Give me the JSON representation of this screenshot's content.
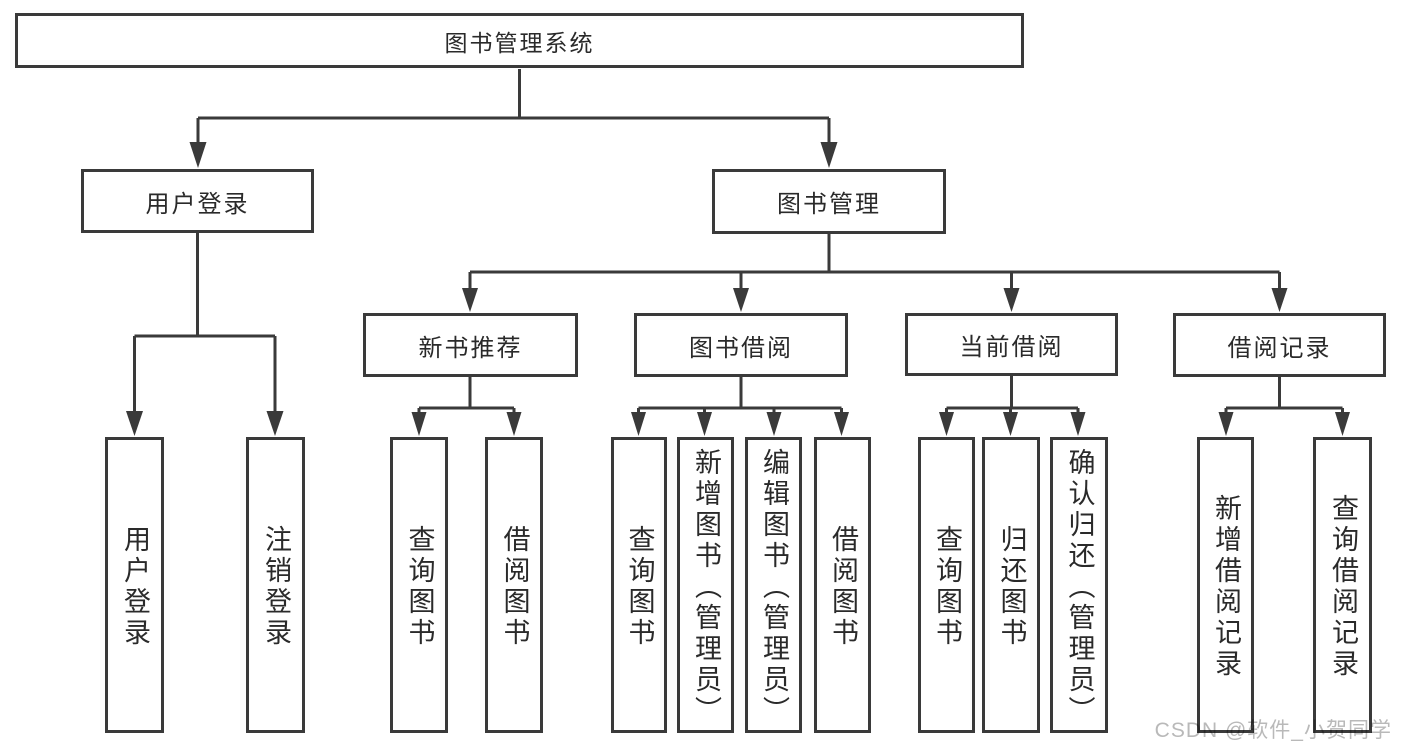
{
  "tree": {
    "label": "图书管理系统",
    "children": [
      {
        "label": "用户登录",
        "children": [
          {
            "label": "用户登录"
          },
          {
            "label": "注销登录"
          }
        ]
      },
      {
        "label": "图书管理",
        "children": [
          {
            "label": "新书推荐",
            "children": [
              {
                "label": "查询图书"
              },
              {
                "label": "借阅图书"
              }
            ]
          },
          {
            "label": "图书借阅",
            "children": [
              {
                "label": "查询图书"
              },
              {
                "label": "新增图书（管理员）"
              },
              {
                "label": "编辑图书（管理员）"
              },
              {
                "label": "借阅图书"
              }
            ]
          },
          {
            "label": "当前借阅",
            "children": [
              {
                "label": "查询图书"
              },
              {
                "label": "归还图书"
              },
              {
                "label": "确认归还（管理员）"
              }
            ]
          },
          {
            "label": "借阅记录",
            "children": [
              {
                "label": "新增借阅记录"
              },
              {
                "label": "查询借阅记录"
              }
            ]
          }
        ]
      }
    ]
  },
  "watermark": "CSDN @软件_小贺同学",
  "colors": {
    "line": "#3a3a3a",
    "text": "#2a2a2a",
    "watermark": "#b9b9b9",
    "background": "#ffffff"
  }
}
